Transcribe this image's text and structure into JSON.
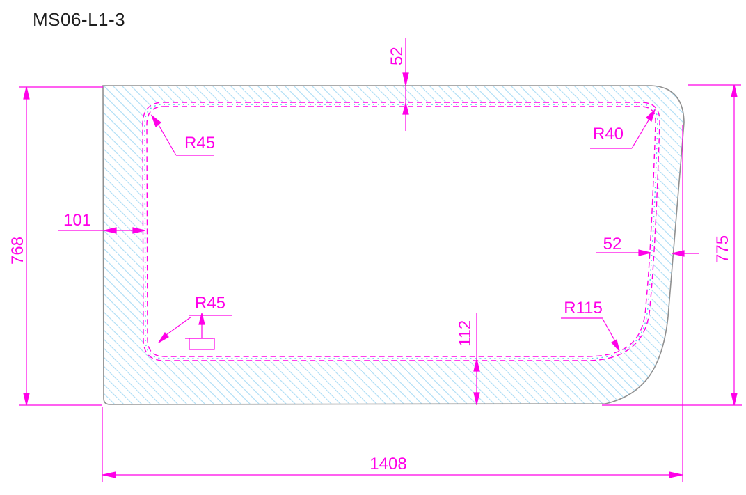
{
  "title": "MS06-L1-3",
  "drawing": {
    "type": "technical-panel-drawing",
    "units_note": "",
    "colors": {
      "dimension": "#ff00e8",
      "outline": "#919191",
      "hatch": "#b3e0f6",
      "seal_centerline": "#58cdf0",
      "title_text": "#1e1e1e",
      "background": "#ffffff"
    },
    "dimensions": {
      "top_edge_offset": {
        "value": "52"
      },
      "left_inset": {
        "value": "101"
      },
      "left_height": {
        "value": "768"
      },
      "right_height": {
        "value": "775"
      },
      "right_inset": {
        "value": "52"
      },
      "bottom_inset": {
        "value": "112"
      },
      "overall_width": {
        "value": "1408"
      }
    },
    "radii": {
      "top_left": {
        "label": "R45"
      },
      "top_right": {
        "label": "R40"
      },
      "bottom_left": {
        "label": "R45"
      },
      "bottom_right": {
        "label": "R115"
      }
    }
  }
}
